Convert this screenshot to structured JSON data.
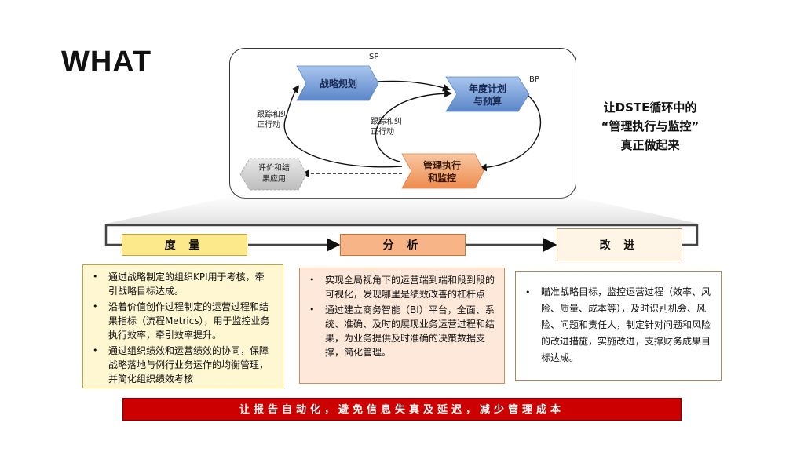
{
  "page": {
    "title": "WHAT"
  },
  "cycle": {
    "sp_label": "SP",
    "bp_label": "BP",
    "strategy_planning": "战略规划",
    "annual_plan_line1": "年度计划",
    "annual_plan_line2": "与预算",
    "execution_line1": "管理执行",
    "execution_line2": "和监控",
    "evaluation_line1": "评价和结",
    "evaluation_line2": "果应用",
    "track_left_line1": "跟踪和纠",
    "track_left_line2": "正行动",
    "track_mid_line1": "跟踪和纠",
    "track_mid_line2": "正行动"
  },
  "tagline": {
    "line1": "让DSTE循环中的",
    "line2": "“管理执行与监控”",
    "line3": "真正做起来"
  },
  "stages": {
    "measure": {
      "label": "度 量",
      "bullets": [
        "通过战略制定的组织KPI用于考核，牵引战略目标达成。",
        "沿着价值创作过程制定的运营过程和结果指标（流程Metrics），用于监控业务执行效率，牵引效率提升。",
        "通过组织绩效和运营绩效的协同，保障战略落地与例行业务运作的均衡管理，并简化组织绩效考核"
      ]
    },
    "analyze": {
      "label": "分 析",
      "bullets": [
        "实现全局视角下的运营端到端和段到段的可视化，发现哪里是绩效改善的杠杆点",
        "通过建立商务智能（BI）平台，全面、系统、准确、及时的展现业务运营过程和结果，为业务提供及时准确的决策数据支撑，简化管理。"
      ]
    },
    "improve": {
      "label": "改 进",
      "bullets": [
        "瞄准战略目标，监控运营过程（效率、风险、质量、成本等），及时识别机会、风险、问题和责任人，制定针对问题和风险的改进措施，实施改进，支撑财务成果目标达成。"
      ]
    }
  },
  "banner": {
    "text": "让报告自动化，避免信息失真及延迟，减少管理成本"
  },
  "colors": {
    "chevron_blue": "#7fa6dc",
    "chevron_orange": "#f3a571",
    "chevron_gray": "#d0d0d0",
    "measure_fill": "#fce98c",
    "analyze_fill": "#f6b487",
    "banner_red": "#cc0000"
  }
}
